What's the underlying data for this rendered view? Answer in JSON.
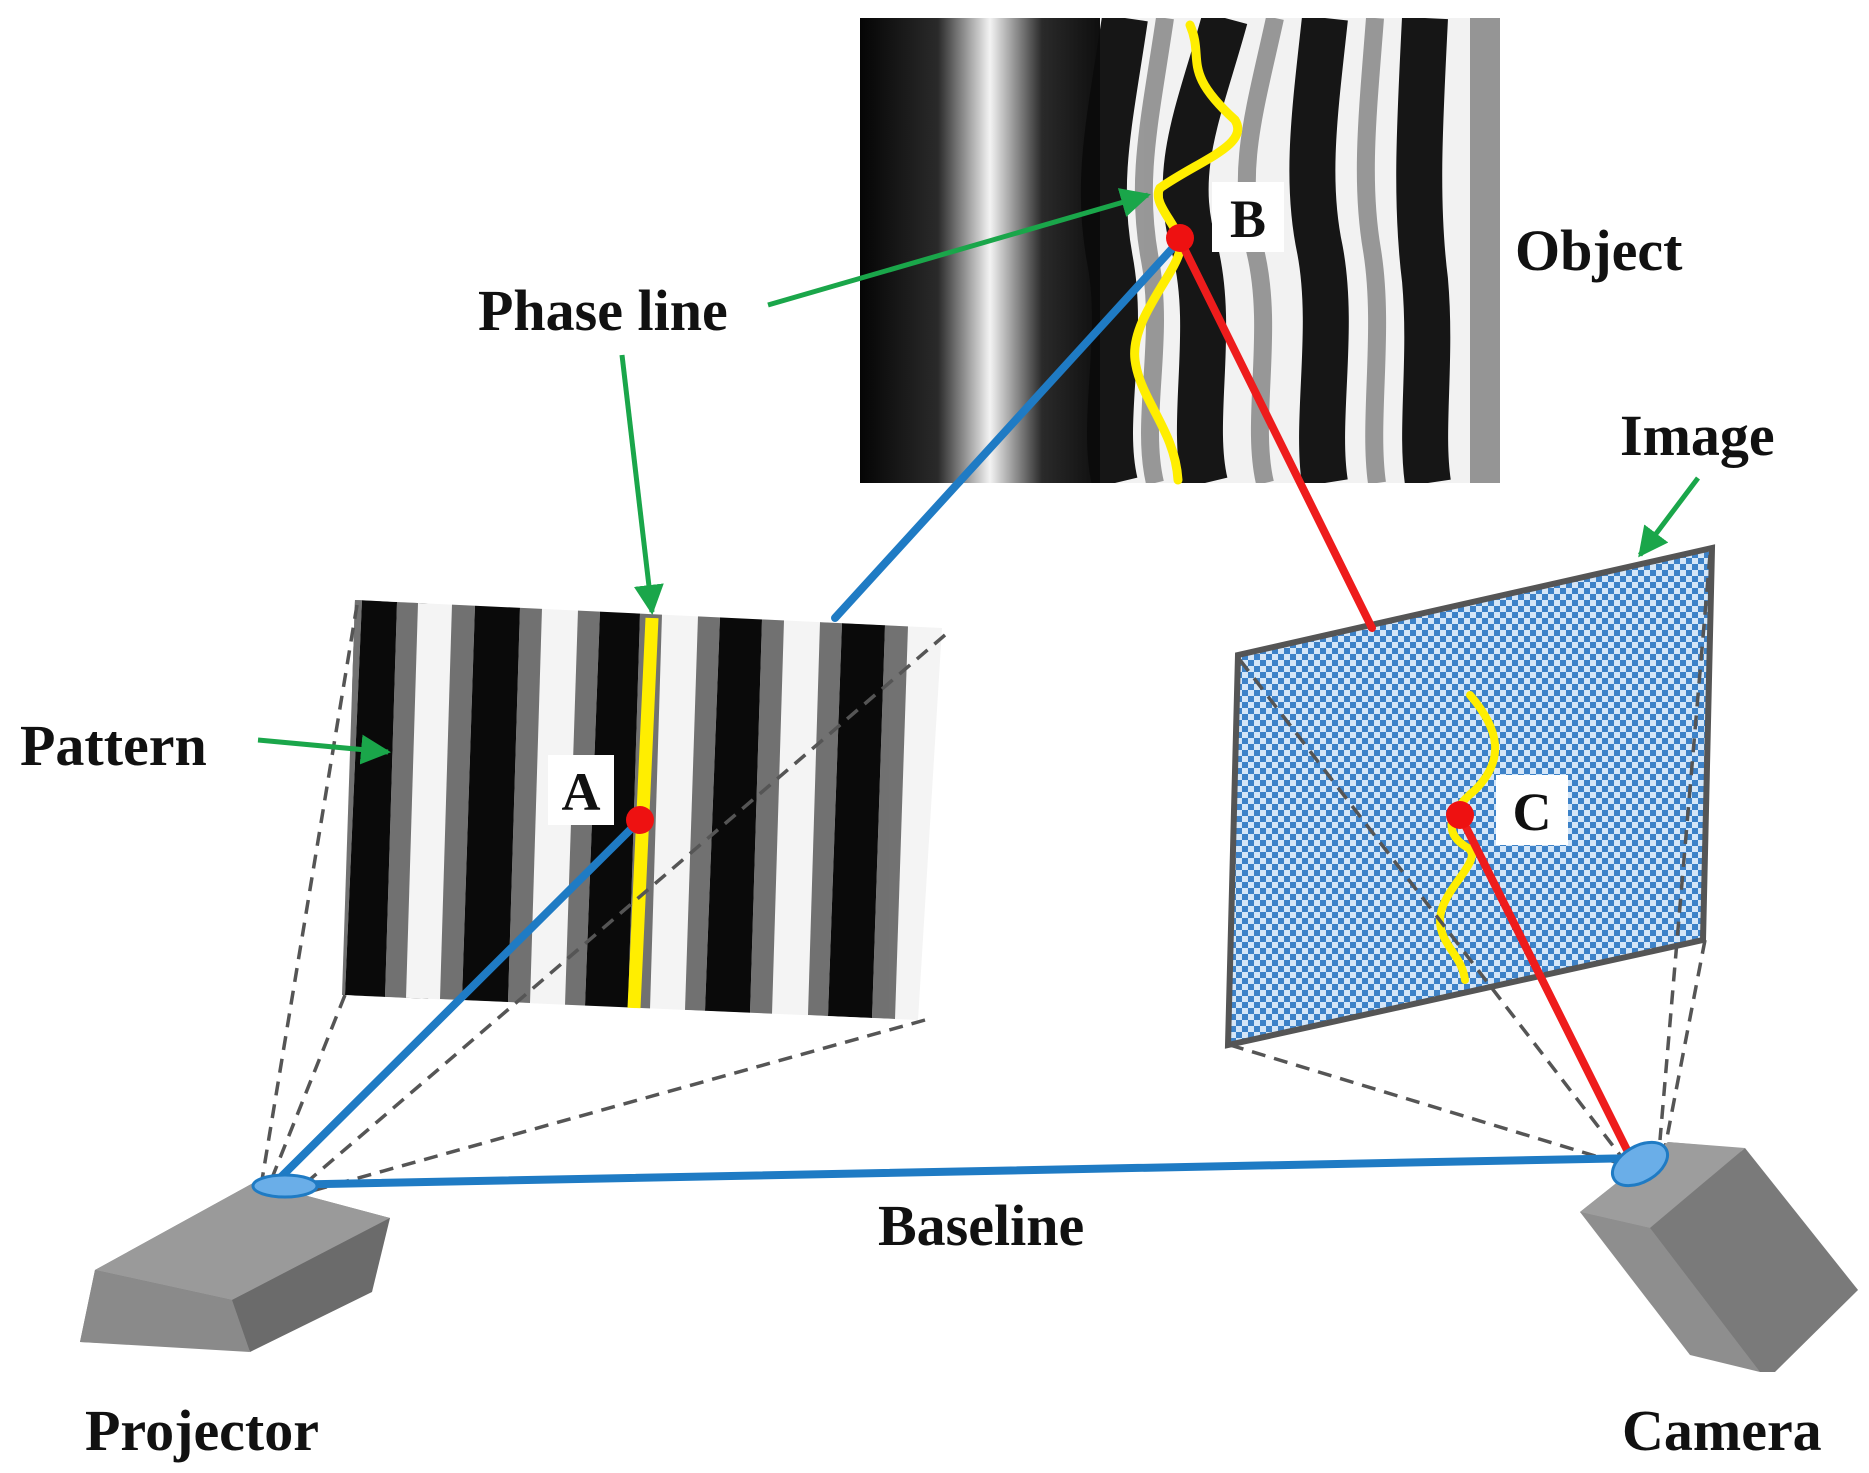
{
  "labels": {
    "phase_line": "Phase line",
    "object": "Object",
    "image": "Image",
    "pattern": "Pattern",
    "baseline": "Baseline",
    "projector": "Projector",
    "camera": "Camera"
  },
  "points": {
    "a": "A",
    "b": "B",
    "c": "C"
  },
  "colors": {
    "projector_ray": "#1f7bc4",
    "camera_ray": "#ee1c1c",
    "phase_line": "#ffee00",
    "arrow": "#1aa64a",
    "point": "#ee1111",
    "dashed": "#555555",
    "device_body": "#8e8e8e",
    "lens": "#6aaee8",
    "image_plane": "#cfe2f6"
  }
}
